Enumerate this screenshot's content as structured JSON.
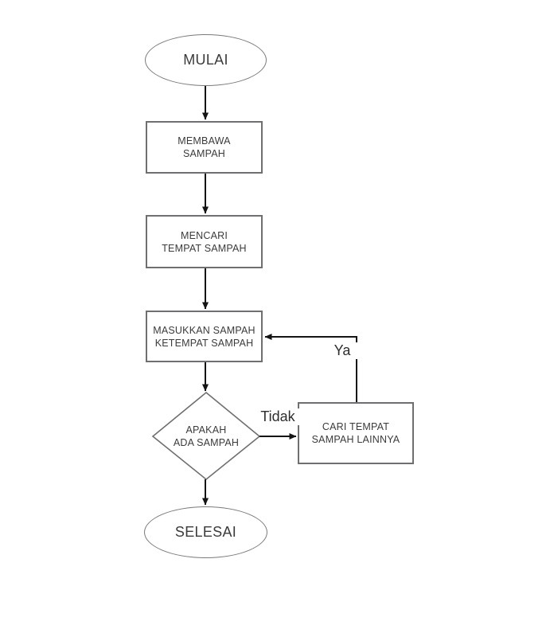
{
  "diagram": {
    "kind": "flowchart",
    "language": "Indonesian",
    "colors": {
      "background": "#ffffff",
      "shape_border": "#6f6f71",
      "arrow": "#141414",
      "text": "#3b3b3d"
    },
    "nodes": {
      "start": {
        "type": "terminator",
        "label": "MULAI"
      },
      "carry": {
        "type": "process",
        "line1": "MEMBAWA",
        "line2": "SAMPAH"
      },
      "find": {
        "type": "process",
        "line1": "MENCARI",
        "line2": "TEMPAT SAMPAH"
      },
      "insert": {
        "type": "process",
        "line1": "MASUKKAN SAMPAH",
        "line2": "KETEMPAT SAMPAH"
      },
      "decision": {
        "type": "decision",
        "line1": "APAKAH",
        "line2": "ADA SAMPAH"
      },
      "find_other": {
        "type": "process",
        "line1": "CARI TEMPAT",
        "line2": "SAMPAH LAINNYA"
      },
      "end": {
        "type": "terminator",
        "label": "SELESAI"
      }
    },
    "edges": {
      "start_to_carry": {
        "from": "start",
        "to": "carry",
        "label": ""
      },
      "carry_to_find": {
        "from": "carry",
        "to": "find",
        "label": ""
      },
      "find_to_insert": {
        "from": "find",
        "to": "insert",
        "label": ""
      },
      "insert_to_decision": {
        "from": "insert",
        "to": "decision",
        "label": ""
      },
      "decision_to_other": {
        "from": "decision",
        "to": "find_other",
        "label": "Tidak"
      },
      "other_to_insert": {
        "from": "find_other",
        "to": "insert",
        "label": "Ya"
      },
      "decision_to_end": {
        "from": "decision",
        "to": "end",
        "label": ""
      }
    }
  }
}
